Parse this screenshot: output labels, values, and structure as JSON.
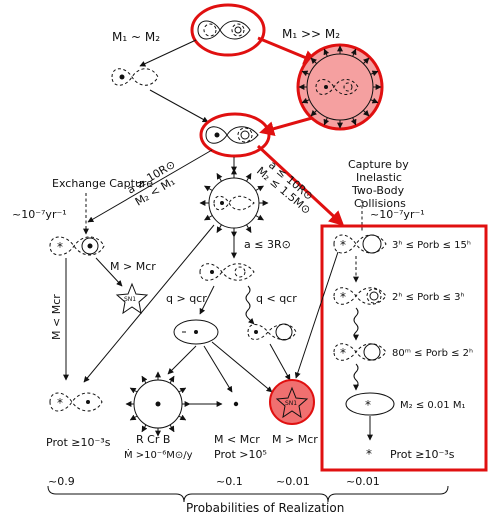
{
  "colors": {
    "ink": "#111111",
    "highlight": "#e01010",
    "highlight_fill": "#f5a0a0"
  },
  "labels": {
    "m1_eq_m2": "M₁ ~ M₂",
    "m1_gg_m2": "M₁ >> M₂",
    "exchange_capture": "Exchange Capture",
    "rate_left": "~10⁻⁷yr⁻¹",
    "a_ge_10r": "a ≥ 10R⊙",
    "m2_lt_m1": "M₂ < M₁",
    "a_le_10r": "a ≤ 10R⊙",
    "m2_le_15": "M₂ ≤ 1.5M⊙",
    "capture_inelastic": "Capture by Inelastic Two-Body Collisions",
    "rate_right": "~10⁻⁷yr⁻¹",
    "m_gt_mcr_left": "M > Mcr",
    "m_lt_mcr_left": "M < Mcr",
    "sn1": "SN1",
    "a_le_3r": "a ≤ 3R⊙",
    "q_gt_qcr": "q > qcr",
    "q_lt_qcr": "q < qcr",
    "porb_1": "3ʰ ≤ Porb ≤ 15ʰ",
    "porb_2": "2ʰ ≤ Porb ≤ 3ʰ",
    "porb_3": "80ᵐ ≤ Porb ≤ 2ʰ",
    "m2_le_001": "M₂ ≤ 0.01 M₁",
    "prot_left": "Prot ≥10⁻³s",
    "prot_right": "Prot ≥10⁻³s",
    "rcrb": "R Cr B",
    "mdot": "Ṁ >10⁻⁶M⊙/y",
    "m_lt_mcr_bottom": "M < Mcr",
    "prot_105": "Prot >10⁵",
    "m_gt_mcr_bottom": "M > Mcr",
    "prob_09": "~0.9",
    "prob_01": "~0.1",
    "prob_001a": "~0.01",
    "prob_001b": "~0.01",
    "probabilities": "Probabilities of Realization"
  }
}
